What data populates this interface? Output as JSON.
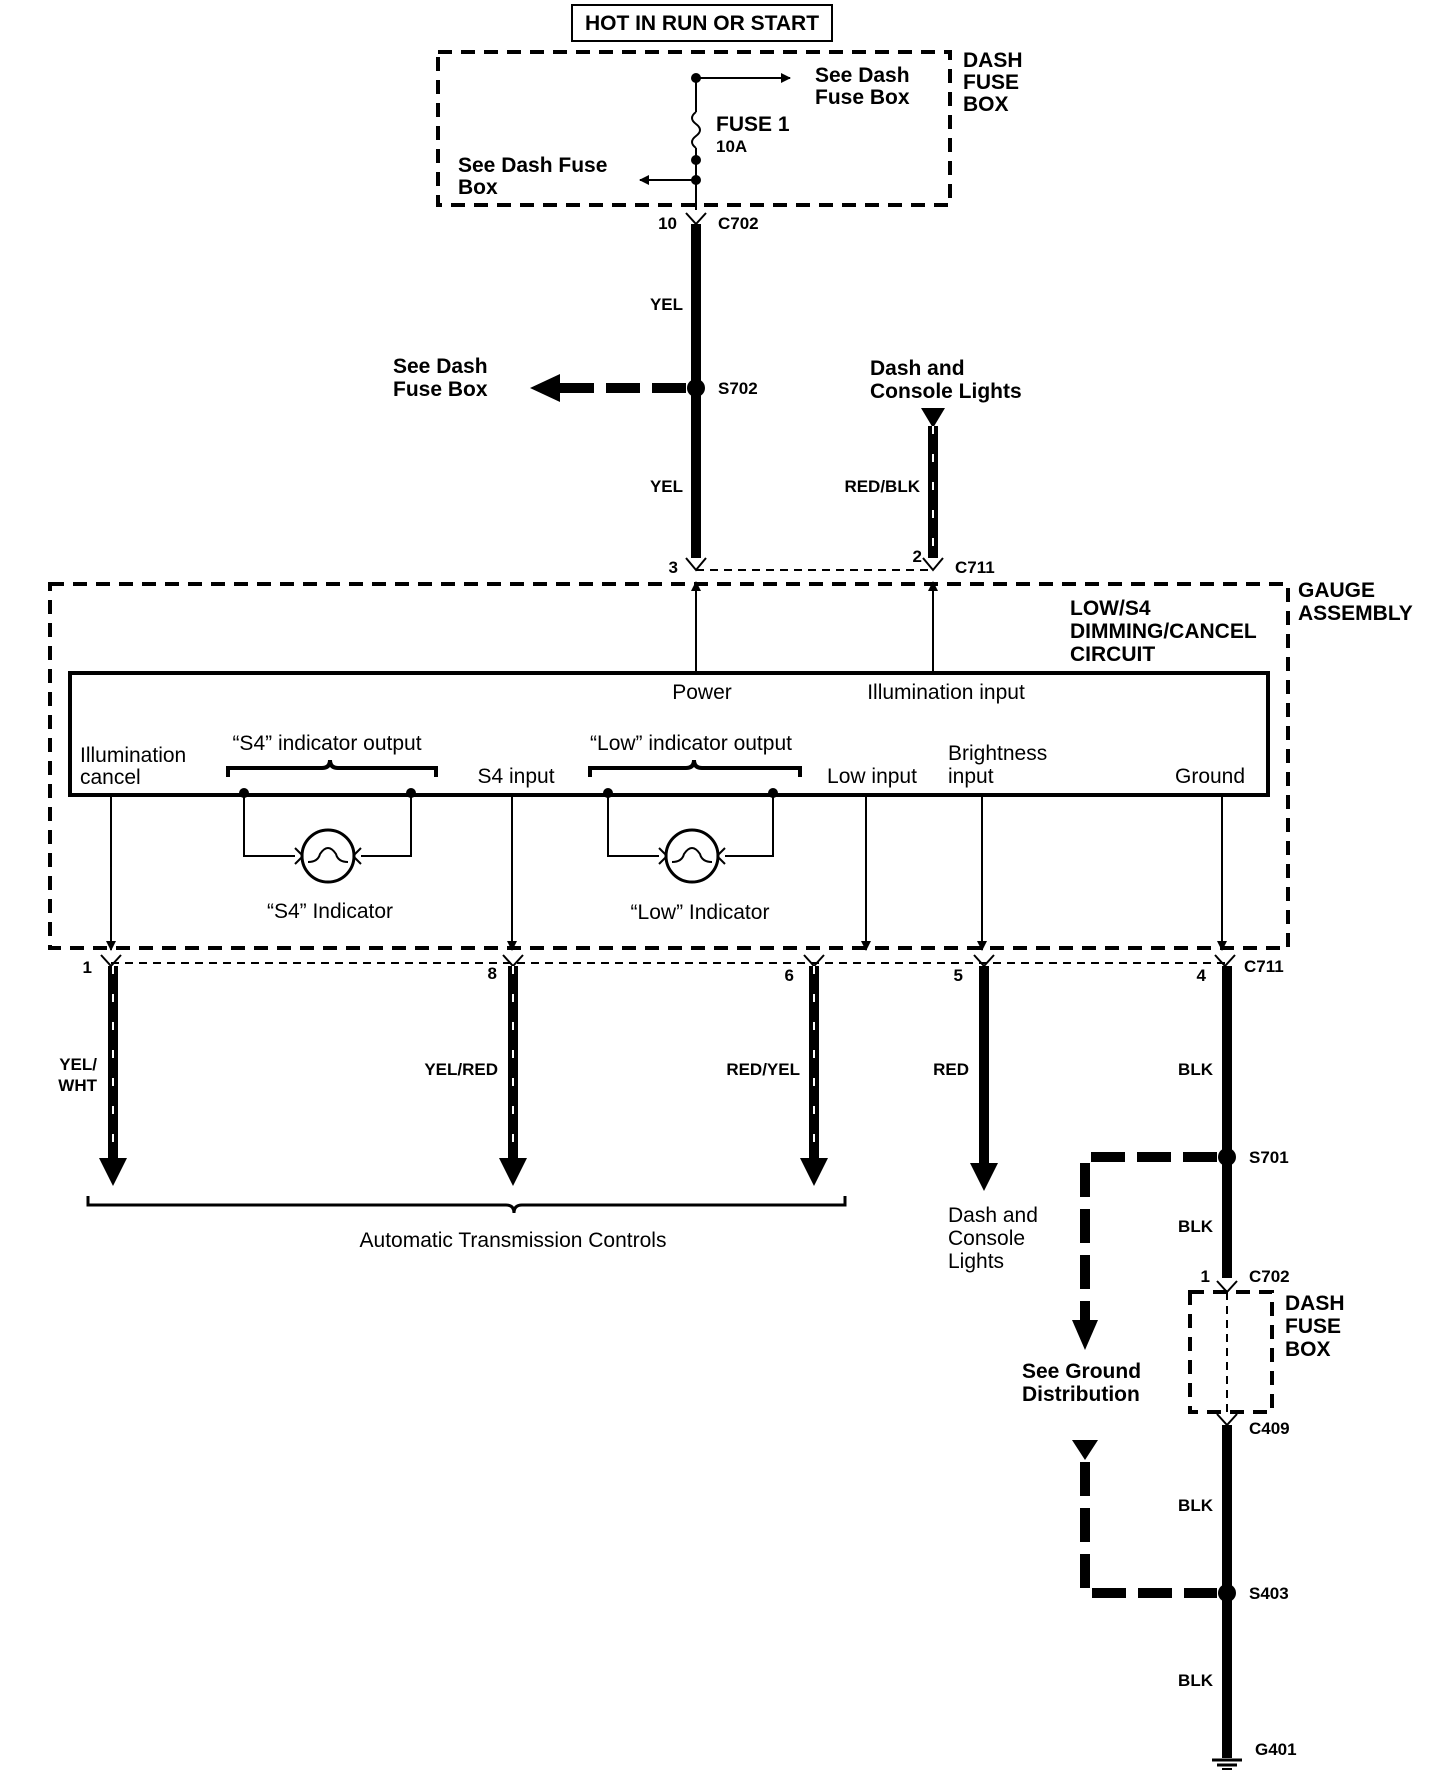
{
  "header": {
    "title": "HOT IN RUN OR START"
  },
  "dash_fuse_box_top": {
    "label": [
      "DASH",
      "FUSE",
      "BOX"
    ],
    "see_right": [
      "See Dash",
      "Fuse Box"
    ],
    "fuse_name": "FUSE 1",
    "fuse_rating": "10A",
    "see_left": [
      "See  Dash  Fuse",
      "Box"
    ]
  },
  "connectors": {
    "c702_top": {
      "pin": "10",
      "name": "C702"
    },
    "s702": "S702",
    "c711_top": [
      {
        "pin": "3"
      },
      {
        "pin": "2",
        "name": "C711"
      }
    ],
    "c711_bottom": {
      "pins": [
        "1",
        "8",
        "6",
        "5",
        "4"
      ],
      "name": "C711"
    },
    "s701": "S701",
    "c702_bottom": {
      "pin": "1",
      "name": "C702"
    },
    "c409": "C409",
    "s403": "S403",
    "g401": "G401"
  },
  "wires": {
    "power_upper": "YEL",
    "power_lower": "YEL",
    "illumination": "RED/BLK",
    "illumination_cancel": [
      "YEL/",
      "WHT"
    ],
    "s4_input": "YEL/RED",
    "low_input": "RED/YEL",
    "brightness": "RED",
    "ground_1": "BLK",
    "ground_2": "BLK",
    "ground_3": "BLK",
    "ground_4": "BLK"
  },
  "side_refs": {
    "see_dash_fuse_box": [
      "See Dash",
      "Fuse Box"
    ],
    "dash_console_lights_top": [
      "Dash  and",
      "Console Lights"
    ],
    "dash_console_lights_bottom": [
      "Dash  and",
      "Console",
      "Lights"
    ],
    "see_ground_distribution": [
      "See Ground",
      "Distribution"
    ],
    "automatic_transmission_controls": "Automatic  Transmission  Controls"
  },
  "gauge_assembly": {
    "label": [
      "GAUGE",
      "ASSEMBLY"
    ],
    "circuit_title": [
      "LOW/S4",
      "DIMMING/CANCEL",
      "CIRCUIT"
    ],
    "terminals": {
      "power": "Power",
      "illumination_input": "Illumination input",
      "illumination_cancel": [
        "Illumination",
        "cancel"
      ],
      "s4_indicator_output": "“S4”  indicator  output",
      "s4_input": "S4  input",
      "low_indicator_output": "“Low”  indicator  output",
      "low_input": "Low  input",
      "brightness_input": [
        "Brightness",
        "input"
      ],
      "ground": "Ground"
    },
    "indicators": {
      "s4": "“S4”  Indicator",
      "low": "“Low”  Indicator"
    }
  },
  "dash_fuse_box_bottom": {
    "label": [
      "DASH",
      "FUSE",
      "BOX"
    ]
  }
}
